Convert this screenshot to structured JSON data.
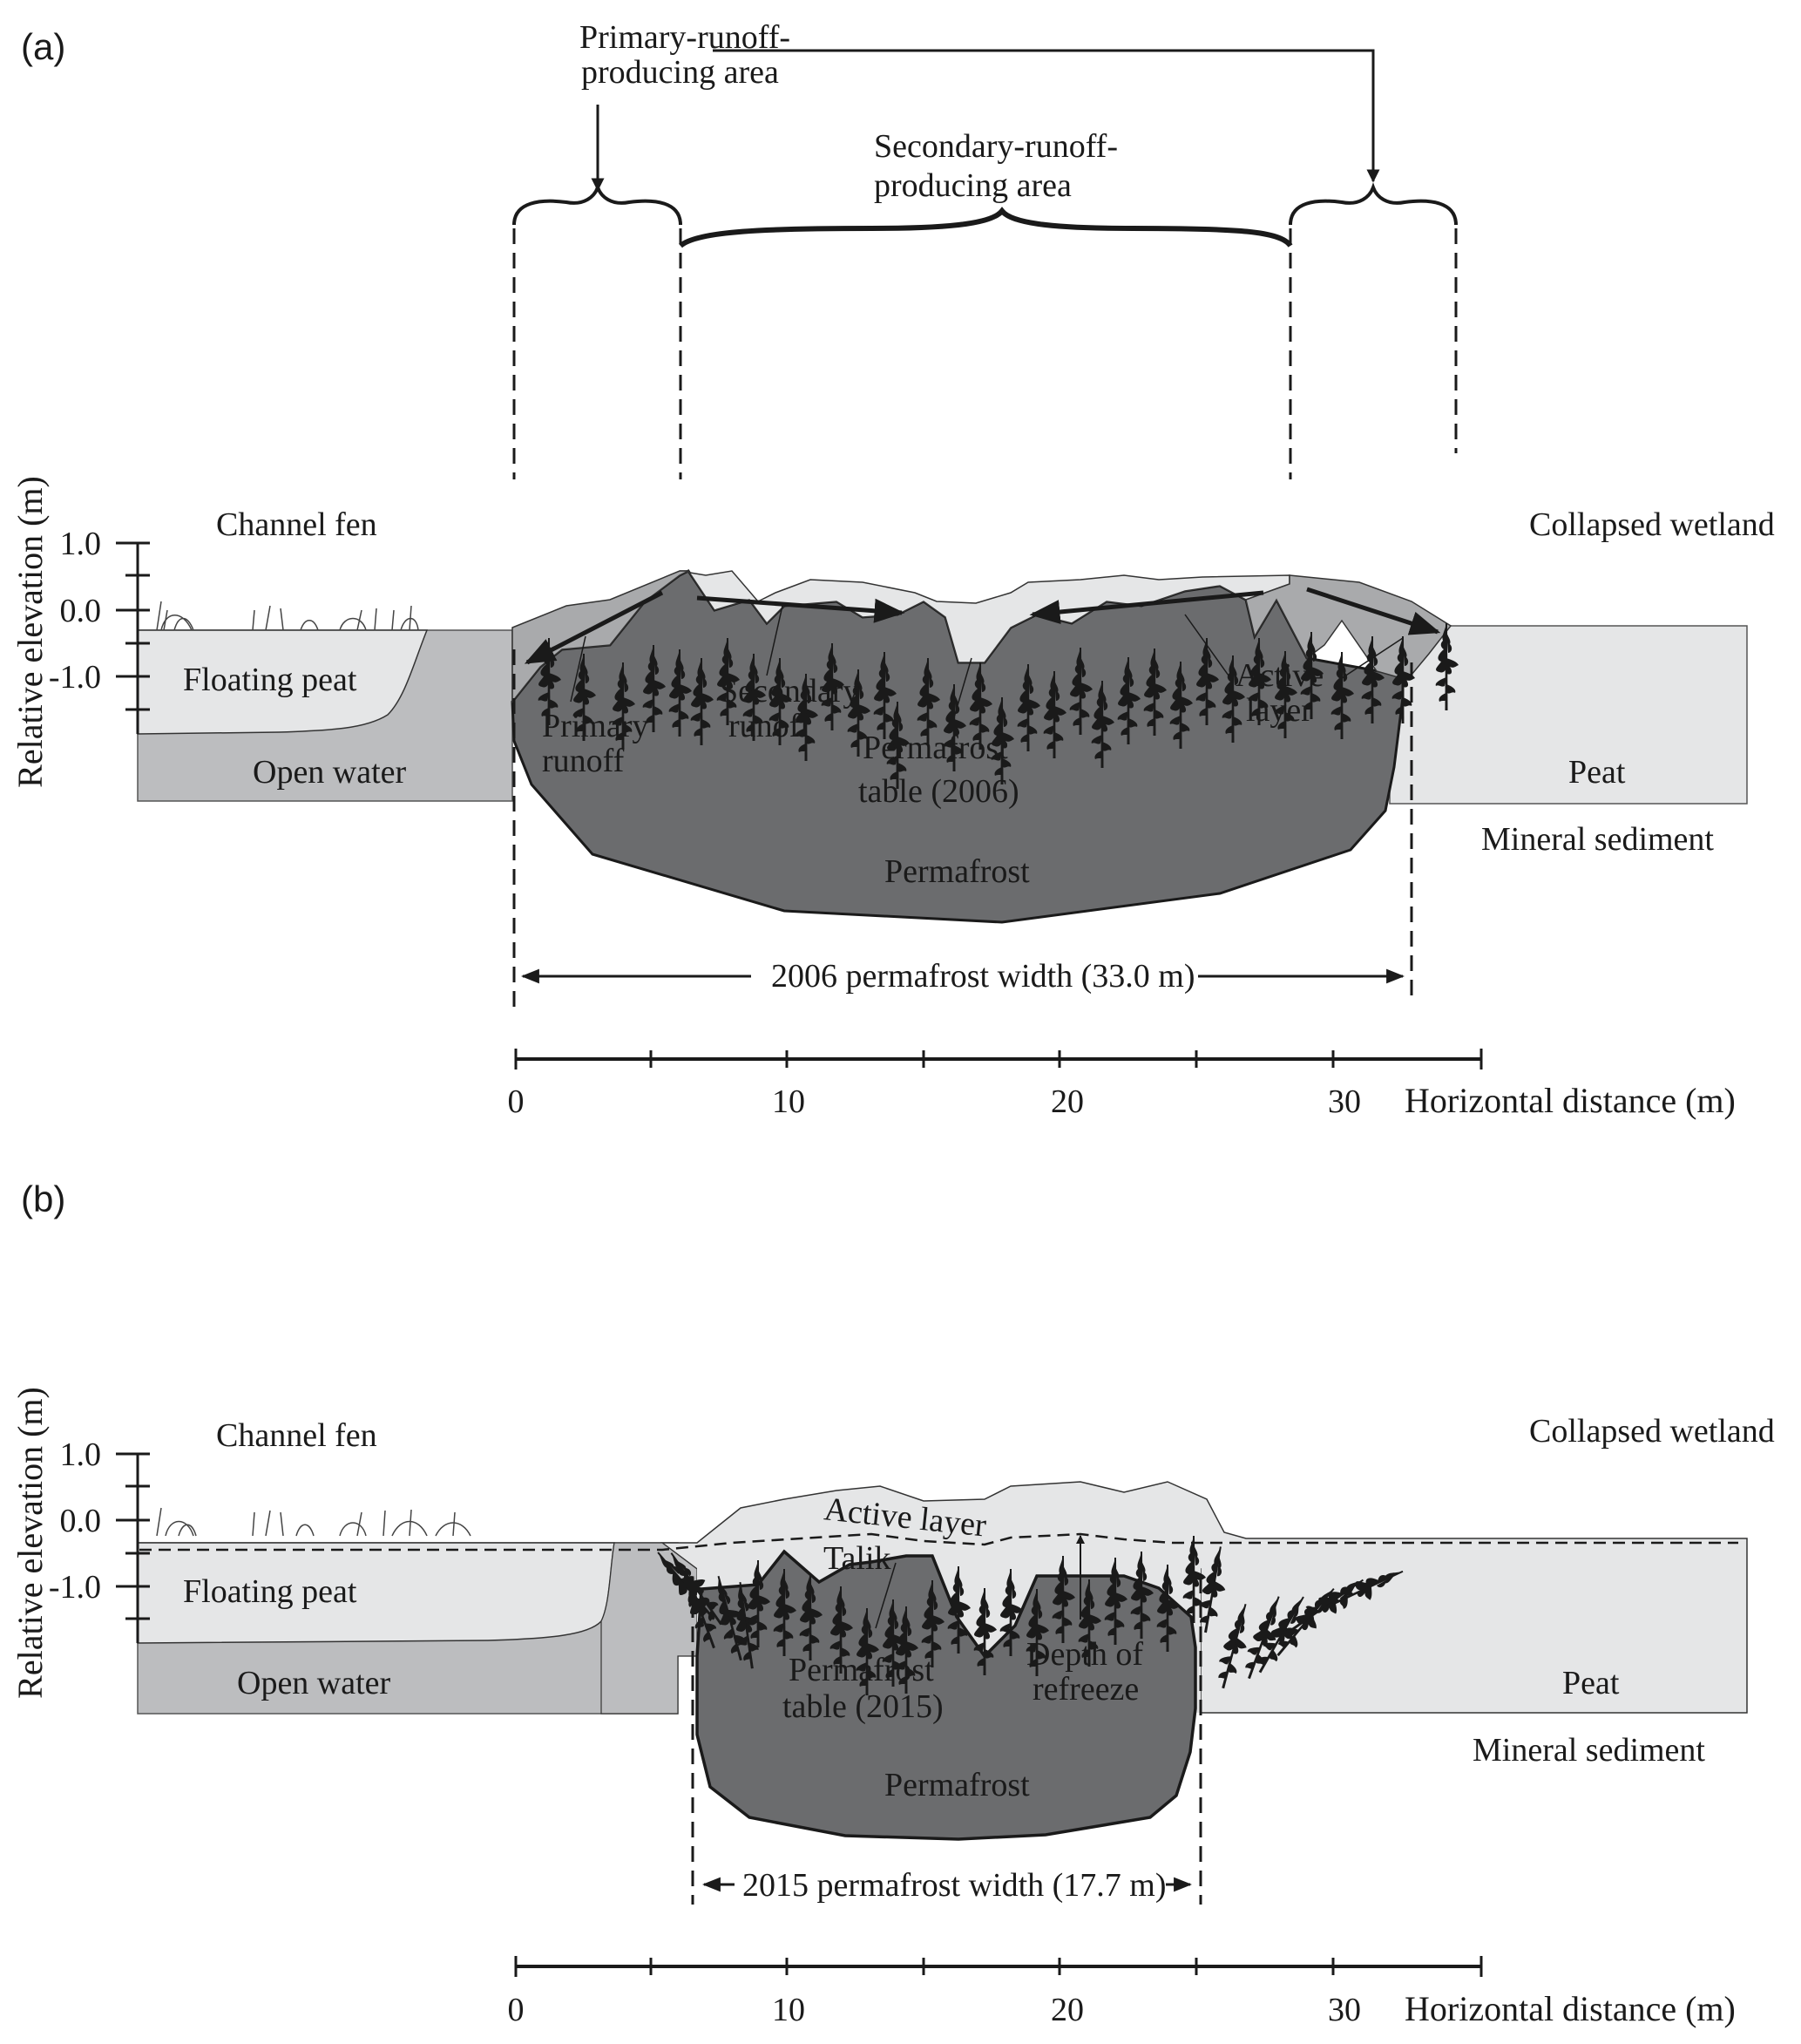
{
  "figure": {
    "colors": {
      "permafrost": "#6b6c6e",
      "peat_light": "#e5e6e7",
      "open_water": "#bcbdbf",
      "active_layer_dark": "#a9aaac",
      "ink": "#1a1a1a"
    },
    "panels": [
      {
        "id": "a",
        "label": "(a)",
        "y_axis": {
          "title": "Relative elevation (m)",
          "ticks": [
            "1.0",
            "0.0",
            "-1.0"
          ]
        },
        "x_axis": {
          "title": "Horizontal distance (m)",
          "ticks": [
            "0",
            "10",
            "20",
            "30"
          ]
        },
        "labels": {
          "channel_fen": "Channel  fen",
          "collapsed_wetland": "Collapsed  wetland",
          "floating_peat": "Floating peat",
          "open_water": "Open water",
          "peat": "Peat",
          "mineral_sediment": "Mineral sediment",
          "permafrost": "Permafrost",
          "primary_runoff": [
            "Primary",
            "runoff"
          ],
          "secondary_runoff": [
            "Secondary",
            "runoff"
          ],
          "permafrost_table": [
            "Permafrost",
            "table (2006)"
          ],
          "active_layer": [
            "Active",
            "layer"
          ],
          "primary_area": [
            "Primary-runoff-",
            "producing area"
          ],
          "secondary_area": [
            "Secondary-runoff-",
            "producing  area"
          ],
          "width": "2006 permafrost width (33.0 m)"
        }
      },
      {
        "id": "b",
        "label": "(b)",
        "y_axis": {
          "title": "Relative elevation (m)",
          "ticks": [
            "1.0",
            "0.0",
            "-1.0"
          ]
        },
        "x_axis": {
          "title": "Horizontal distance (m)",
          "ticks": [
            "0",
            "10",
            "20",
            "30"
          ]
        },
        "labels": {
          "channel_fen": "Channel  fen",
          "collapsed_wetland": "Collapsed  wetland",
          "floating_peat": "Floating peat",
          "open_water": "Open water",
          "peat": "Peat",
          "mineral_sediment": "Mineral sediment",
          "permafrost": "Permafrost",
          "active_layer": "Active layer",
          "talik": "Talik",
          "permafrost_table": [
            "Permafrost",
            "table (2015)"
          ],
          "depth_of_refreeze": [
            "Depth of",
            "refreeze"
          ],
          "width": "2015 permafrost width (17.7 m)"
        }
      }
    ]
  }
}
